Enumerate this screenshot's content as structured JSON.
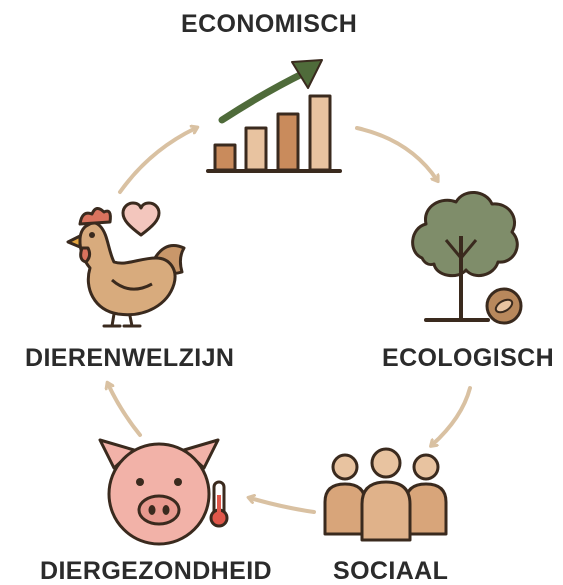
{
  "diagram": {
    "labels": {
      "economisch": "ECONOMISCH",
      "ecologisch": "ECOLOGISCH",
      "sociaal": "SOCIAAL",
      "diergezondheid": "DIERGEZONDHEID",
      "dierenwelzijn": "DIERENWELZIJN"
    },
    "icons": {
      "economisch": "bar-chart-growth-icon",
      "ecologisch": "tree-seed-icon",
      "sociaal": "people-group-icon",
      "diergezondheid": "pig-thermometer-icon",
      "dierenwelzijn": "chicken-heart-icon"
    },
    "colors": {
      "arrow": "#d9c1a2",
      "text": "#2b2b2b",
      "outline": "#3a2a1e",
      "bar_dark": "#c98b5c",
      "bar_light": "#e8c3a0",
      "growth_arrow": "#4f6b3a",
      "tree_green": "#7f8d6a",
      "pig_pink": "#f2b2a8",
      "chicken": "#d8ab7d",
      "heart": "#f3c6bd"
    }
  }
}
